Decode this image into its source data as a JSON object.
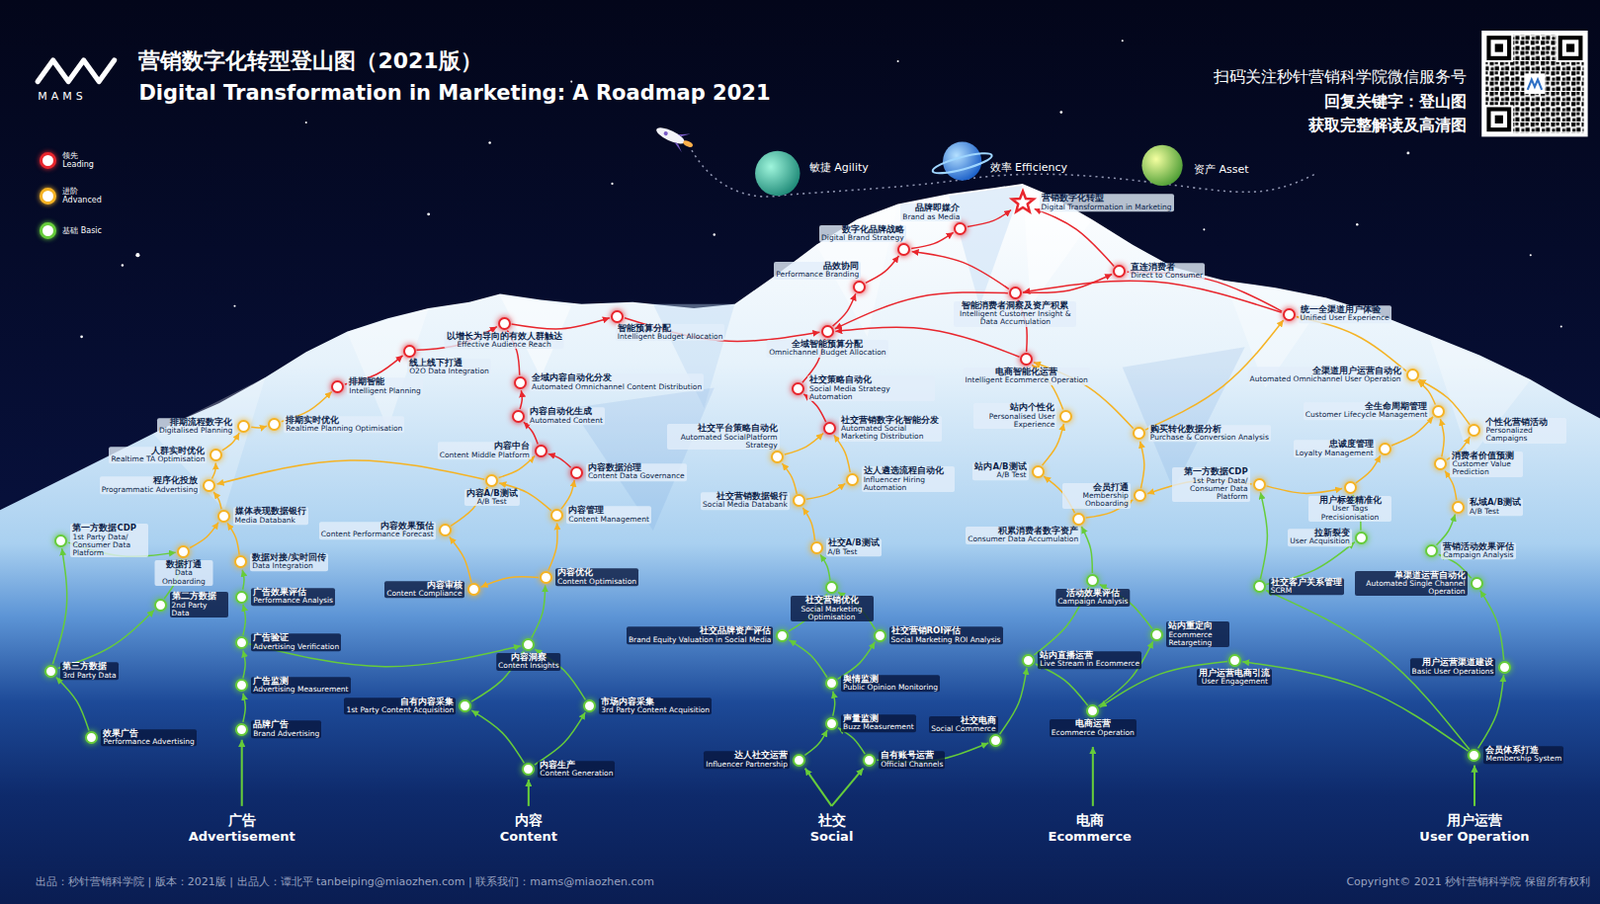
{
  "diagram": {
    "title": "营销数字化转型登山图（2021版）",
    "nodes": [
      {
        "text": [
          "营销数字化转型",
          "Digital Transformation in Marketing"
        ]
      },
      {
        "text": [
          "品牌即媒介",
          "Brand as Media"
        ]
      },
      {
        "text": [
          "数字化品牌战略",
          "Digital Brand Strategy"
        ]
      },
      {
        "text": [
          "品效协同",
          "Performance Branding"
        ]
      },
      {
        "text": [
          "全域智能预算分配",
          "Omnichannel Budget Allocation"
        ]
      },
      {
        "text": [
          "智能消费者洞察及资产积累",
          "Intelligent Customer Insight & Data Accumulation"
        ]
      },
      {
        "text": [
          "直连消费者",
          "Direct to Consumer"
        ]
      },
      {
        "text": [
          "统一全渠道用户体验",
          "Unified User Experience"
        ]
      },
      {
        "text": [
          "电商智能化运营",
          "Intelligent Ecommerce Operation"
        ]
      },
      {
        "text": [
          "社交策略自动化",
          "Social Media Strategy Automation"
        ]
      },
      {
        "text": [
          "社交营销数字化智能分发",
          "Automated Social Marketing Distribution"
        ]
      },
      {
        "text": [
          "智能预算分配",
          "Intelligent Budget Allocation"
        ]
      },
      {
        "text": [
          "以增长为导向的有效人群触达",
          "Effective Audience Reach"
        ]
      },
      {
        "text": [
          "线上线下打通",
          "O2O Data Integration"
        ]
      },
      {
        "text": [
          "排期智能",
          "Intelligent Planning"
        ]
      },
      {
        "text": [
          "全域内容自动化分发",
          "Automated Omnichannel Content Distribution"
        ]
      },
      {
        "text": [
          "内容自动化生成",
          "Automated Content"
        ]
      },
      {
        "text": [
          "内容中台",
          "Content Middle Platform"
        ]
      },
      {
        "text": [
          "内容数据治理",
          "Content Data Governance"
        ]
      },
      {
        "text": [
          "排期流程数字化",
          "Digitalised Planning"
        ]
      },
      {
        "text": [
          "排期实时优化",
          "Realtime Planning Optimisation"
        ]
      },
      {
        "text": [
          "人群实时优化",
          "Realtime TA Optimisation"
        ]
      },
      {
        "text": [
          "程序化投放",
          "Programmatic Advertising"
        ]
      },
      {
        "text": [
          "媒体表现数据银行",
          "Media Databank"
        ]
      },
      {
        "text": [
          "数据打通",
          "Data Onboarding"
        ]
      },
      {
        "text": [
          "数据对接/实时回传",
          "Data Integration"
        ]
      },
      {
        "text": [
          "内容A/B测试",
          "A/B Test"
        ]
      },
      {
        "text": [
          "内容管理",
          "Content Management"
        ]
      },
      {
        "text": [
          "内容效果预估",
          "Content Performance Forecast"
        ]
      },
      {
        "text": [
          "内容优化",
          "Content Optimisation"
        ]
      },
      {
        "text": [
          "内容审核",
          "Content Compliance"
        ]
      },
      {
        "text": [
          "社交平台策略自动化",
          "Automated SocialPlatform Strategy"
        ]
      },
      {
        "text": [
          "达人遴选流程自动化",
          "Influencer Hiring Automation"
        ]
      },
      {
        "text": [
          "社交营销数据银行",
          "Social Media Databank"
        ]
      },
      {
        "text": [
          "社交A/B测试",
          "A/B Test"
        ]
      },
      {
        "text": [
          "站内个性化",
          "Personalised User Experience"
        ]
      },
      {
        "text": [
          "购买转化数据分析",
          "Purchase & Conversion Analysis"
        ]
      },
      {
        "text": [
          "站内A/B测试",
          "A/B Test"
        ]
      },
      {
        "text": [
          "会员打通",
          "Membership Onboarding"
        ]
      },
      {
        "text": [
          "积累消费者数字资产",
          "Consumer Data Accumulation"
        ]
      },
      {
        "text": [
          "全渠道用户运营自动化",
          "Automated Omnichannel User Operation"
        ]
      },
      {
        "text": [
          "全生命周期管理",
          "Customer Lifecycle Management"
        ]
      },
      {
        "text": [
          "个性化营销活动",
          "Personalized Campaigns"
        ]
      },
      {
        "text": [
          "忠诚度管理",
          "Loyalty Management"
        ]
      },
      {
        "text": [
          "消费者价值预测",
          "Customer Value Prediction"
        ]
      },
      {
        "text": [
          "第一方数据CDP",
          "1st Party Data/ Consumer Data Platform"
        ]
      },
      {
        "text": [
          "用户标签精准化",
          "User Tags Precisionisation"
        ]
      },
      {
        "text": [
          "私域A/B测试",
          "A/B Test"
        ]
      },
      {
        "text": [
          "第一方数据CDP",
          "1st Party Data/ Consumer Data Platform"
        ]
      },
      {
        "text": [
          "第二方数据",
          "2nd Party Data"
        ]
      },
      {
        "text": [
          "第三方数据",
          "3rd Party Data"
        ]
      },
      {
        "text": [
          "效果广告",
          "Performance Advertising"
        ]
      },
      {
        "text": [
          "广告效果评估",
          "Performance Analysis"
        ]
      },
      {
        "text": [
          "广告验证",
          "Advertising Verification"
        ]
      },
      {
        "text": [
          "广告监测",
          "Advertising Measurement"
        ]
      },
      {
        "text": [
          "品牌广告",
          "Brand Advertising"
        ]
      },
      {
        "text": [
          "内容洞察",
          "Content Insights"
        ]
      },
      {
        "text": [
          "自有内容采集",
          "1st Party Content Acquisition"
        ]
      },
      {
        "text": [
          "市场内容采集",
          "3rd Party Content Acquisition"
        ]
      },
      {
        "text": [
          "内容生产",
          "Content Generation"
        ]
      },
      {
        "text": [
          "社交营销优化",
          "Social Marketing Optimisation"
        ]
      },
      {
        "text": [
          "社交品牌资产评估",
          "Brand Equity Valuation in Social Media"
        ]
      },
      {
        "text": [
          "社交营销ROI评估",
          "Social Marketing ROI Analysis"
        ]
      },
      {
        "text": [
          "舆情监测",
          "Public Opinion Monitoring"
        ]
      },
      {
        "text": [
          "声量监测",
          "Buzz Measurement"
        ]
      },
      {
        "text": [
          "达人社交运营",
          "Influencer Partnership"
        ]
      },
      {
        "text": [
          "自有账号运营",
          "Official Channels"
        ]
      },
      {
        "text": [
          "社交电商",
          "Social Commerce"
        ]
      },
      {
        "text": [
          "活动效果评估",
          "Campaign Analysis"
        ]
      },
      {
        "text": [
          "站内直播运营",
          "Live Stream in Ecommerce"
        ]
      },
      {
        "text": [
          "站内重定向",
          "Ecommerce Retargeting"
        ]
      },
      {
        "text": [
          "电商运营",
          "Ecommerce Operation"
        ]
      },
      {
        "text": [
          "用户运营电商引流",
          "User Engagement"
        ]
      },
      {
        "text": [
          "社交客户关系管理",
          "SCRM"
        ]
      },
      {
        "text": [
          "拉新裂变",
          "User Acquisition"
        ]
      },
      {
        "text": [
          "营销活动效果评估",
          "Campaign Analysis"
        ]
      },
      {
        "text": [
          "单渠道运营自动化",
          "Automated Single Channel Operation"
        ]
      },
      {
        "text": [
          "用户运营渠道建设",
          "Basic User Operations"
        ]
      },
      {
        "text": [
          "会员体系打造",
          "Membership System"
        ]
      }
    ],
    "edges": [
      {
        "from": 14,
        "to": 13,
        "arrow": "to"
      },
      {
        "from": 13,
        "to": 12,
        "arrow": "to"
      },
      {
        "from": 12,
        "to": 11,
        "arrow": "to"
      },
      {
        "from": 11,
        "to": 4,
        "arrow": "to"
      },
      {
        "from": 4,
        "to": 3,
        "arrow": "to"
      },
      {
        "from": 3,
        "to": 2,
        "arrow": "to"
      },
      {
        "from": 2,
        "to": 1,
        "arrow": "to"
      },
      {
        "from": 1,
        "to": 0,
        "arrow": "to"
      },
      {
        "from": 15,
        "to": 12,
        "arrow": "to"
      },
      {
        "from": 16,
        "to": 15,
        "arrow": "to"
      },
      {
        "from": 17,
        "to": 16,
        "arrow": "to"
      },
      {
        "from": 18,
        "to": 17,
        "arrow": "to"
      },
      {
        "from": 10,
        "to": 9,
        "arrow": "to"
      },
      {
        "from": 9,
        "to": 4,
        "arrow": "to"
      },
      {
        "from": 8,
        "to": 5,
        "arrow": "to"
      },
      {
        "from": 8,
        "to": 4,
        "arrow": "to"
      },
      {
        "from": 5,
        "to": 4,
        "arrow": "to"
      },
      {
        "from": 5,
        "to": 2,
        "arrow": "to"
      },
      {
        "from": 5,
        "to": 6,
        "arrow": "to"
      },
      {
        "from": 6,
        "to": 0,
        "arrow": "to"
      },
      {
        "from": 7,
        "to": 6,
        "arrow": "to"
      },
      {
        "from": 7,
        "to": 5,
        "arrow": "to"
      },
      {
        "from": 20,
        "to": 14,
        "arrow": "to"
      },
      {
        "from": 19,
        "to": 20,
        "arrow": "to"
      },
      {
        "from": 21,
        "to": 19,
        "arrow": "to"
      },
      {
        "from": 22,
        "to": 21,
        "arrow": "to"
      },
      {
        "from": 23,
        "to": 22,
        "arrow": "to"
      },
      {
        "from": 24,
        "to": 23,
        "arrow": "to"
      },
      {
        "from": 25,
        "to": 23,
        "arrow": "to"
      },
      {
        "from": 26,
        "to": 22,
        "arrow": "to"
      },
      {
        "from": 26,
        "to": 17,
        "arrow": "to"
      },
      {
        "from": 28,
        "to": 26,
        "arrow": "to"
      },
      {
        "from": 27,
        "to": 26,
        "arrow": "to"
      },
      {
        "from": 27,
        "to": 18,
        "arrow": "to"
      },
      {
        "from": 29,
        "to": 27,
        "arrow": "to"
      },
      {
        "from": 29,
        "to": 30,
        "arrow": "to"
      },
      {
        "from": 30,
        "to": 28,
        "arrow": "to"
      },
      {
        "from": 31,
        "to": 10,
        "arrow": "to"
      },
      {
        "from": 33,
        "to": 31,
        "arrow": "to"
      },
      {
        "from": 33,
        "to": 32,
        "arrow": "to"
      },
      {
        "from": 32,
        "to": 10,
        "arrow": "to"
      },
      {
        "from": 34,
        "to": 33,
        "arrow": "to"
      },
      {
        "from": 35,
        "to": 8,
        "arrow": "to"
      },
      {
        "from": 36,
        "to": 8,
        "arrow": "to"
      },
      {
        "from": 37,
        "to": 35,
        "arrow": "to"
      },
      {
        "from": 38,
        "to": 36,
        "arrow": "to"
      },
      {
        "from": 39,
        "to": 37,
        "arrow": "to"
      },
      {
        "from": 39,
        "to": 38,
        "arrow": "to"
      },
      {
        "from": 45,
        "to": 38,
        "arrow": "to"
      },
      {
        "from": 36,
        "to": 7,
        "arrow": "to"
      },
      {
        "from": 40,
        "to": 7,
        "arrow": "to"
      },
      {
        "from": 41,
        "to": 40,
        "arrow": "to"
      },
      {
        "from": 42,
        "to": 40,
        "arrow": "to"
      },
      {
        "from": 43,
        "to": 41,
        "arrow": "to"
      },
      {
        "from": 44,
        "to": 41,
        "arrow": "to"
      },
      {
        "from": 44,
        "to": 42,
        "arrow": "to"
      },
      {
        "from": 46,
        "to": 43,
        "arrow": "to"
      },
      {
        "from": 47,
        "to": 44,
        "arrow": "to"
      },
      {
        "from": 45,
        "to": 46,
        "arrow": "to"
      },
      {
        "from": 55,
        "to": 54,
        "arrow": "to"
      },
      {
        "from": 54,
        "to": 53,
        "arrow": "to"
      },
      {
        "from": 53,
        "to": 52,
        "arrow": "to"
      },
      {
        "from": 52,
        "to": 25,
        "arrow": "to"
      },
      {
        "from": 51,
        "to": 50,
        "arrow": "to"
      },
      {
        "from": 50,
        "to": 48,
        "arrow": "to"
      },
      {
        "from": 50,
        "to": 49,
        "arrow": "to"
      },
      {
        "from": 49,
        "to": 24,
        "arrow": "to"
      },
      {
        "from": 48,
        "to": 24,
        "arrow": "to"
      },
      {
        "from": 53,
        "to": 56,
        "arrow": "to"
      },
      {
        "from": 59,
        "to": 57,
        "arrow": "to"
      },
      {
        "from": 59,
        "to": 58,
        "arrow": "to"
      },
      {
        "from": 57,
        "to": 56,
        "arrow": "to"
      },
      {
        "from": 58,
        "to": 56,
        "arrow": "to"
      },
      {
        "from": 56,
        "to": 29,
        "arrow": "to"
      },
      {
        "from": 64,
        "to": 63,
        "arrow": "to"
      },
      {
        "from": 65,
        "to": 64,
        "arrow": "to"
      },
      {
        "from": 66,
        "to": 64,
        "arrow": "to"
      },
      {
        "from": 63,
        "to": 61,
        "arrow": "to"
      },
      {
        "from": 63,
        "to": 62,
        "arrow": "to"
      },
      {
        "from": 61,
        "to": 60,
        "arrow": "to"
      },
      {
        "from": 62,
        "to": 60,
        "arrow": "to"
      },
      {
        "from": 60,
        "to": 34,
        "arrow": "to"
      },
      {
        "from": 66,
        "to": 67,
        "arrow": "to"
      },
      {
        "from": 67,
        "to": 69,
        "arrow": "to"
      },
      {
        "from": 71,
        "to": 69,
        "arrow": "to"
      },
      {
        "from": 71,
        "to": 70,
        "arrow": "to"
      },
      {
        "from": 69,
        "to": 68,
        "arrow": "to"
      },
      {
        "from": 70,
        "to": 68,
        "arrow": "to"
      },
      {
        "from": 68,
        "to": 39,
        "arrow": "to"
      },
      {
        "from": 72,
        "to": 71,
        "arrow": "to"
      },
      {
        "from": 78,
        "to": 72,
        "arrow": "to"
      },
      {
        "from": 78,
        "to": 77,
        "arrow": "to"
      },
      {
        "from": 77,
        "to": 76,
        "arrow": "to"
      },
      {
        "from": 76,
        "to": 75,
        "arrow": "to"
      },
      {
        "from": 75,
        "to": 47,
        "arrow": "to"
      },
      {
        "from": 74,
        "to": 46,
        "arrow": "to"
      },
      {
        "from": 78,
        "to": 73,
        "arrow": "to"
      },
      {
        "from": 73,
        "to": 45,
        "arrow": "to"
      },
      {
        "from": 73,
        "to": 74,
        "arrow": "to"
      }
    ],
    "labels": [
      "Digital Transformation in Marketing: A Roadmap 2021",
      "MAMS",
      "扫码关注秒针营销科学院微信服务号",
      "回复关键字：登山图",
      "获取完整解读及高清图",
      "敏捷 Agility",
      "效率 Efficiency",
      "资产 Asset",
      "广告",
      "Advertisement",
      "内容",
      "Content",
      "社交",
      "Social",
      "电商",
      "Ecommerce",
      "用户运营",
      "User Operation",
      "出品：秒针营销科学院 | 版本：2021版 | 出品人：谭北平 tanbeiping@miaozhen.com | 联系我们：mams@miaozhen.com",
      "Copyright© 2021 秒针营销科学院 保留所有权利"
    ],
    "legend": [
      {
        "text": "领先 Leading",
        "color": "#e8262d"
      },
      {
        "text": "进阶 Advanced",
        "color": "#f5b324"
      },
      {
        "text": "基础 Basic",
        "color": "#66cc3a"
      }
    ]
  }
}
